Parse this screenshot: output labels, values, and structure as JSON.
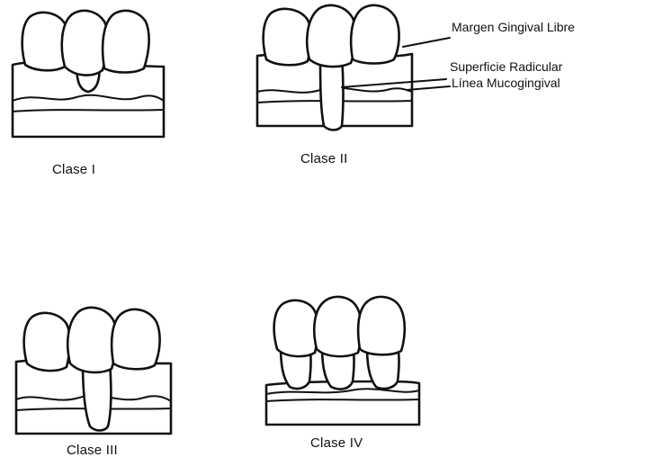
{
  "diagram": {
    "captions": {
      "class1": "Clase I",
      "class2": "Clase II",
      "class3": "Clase III",
      "class4": "Clase IV"
    },
    "labels": {
      "free_gingival_margin": "Margen Gingival Libre",
      "root_surface": "Superficie Radicular",
      "mucogingival_line": "Línea Mucogingival"
    }
  }
}
